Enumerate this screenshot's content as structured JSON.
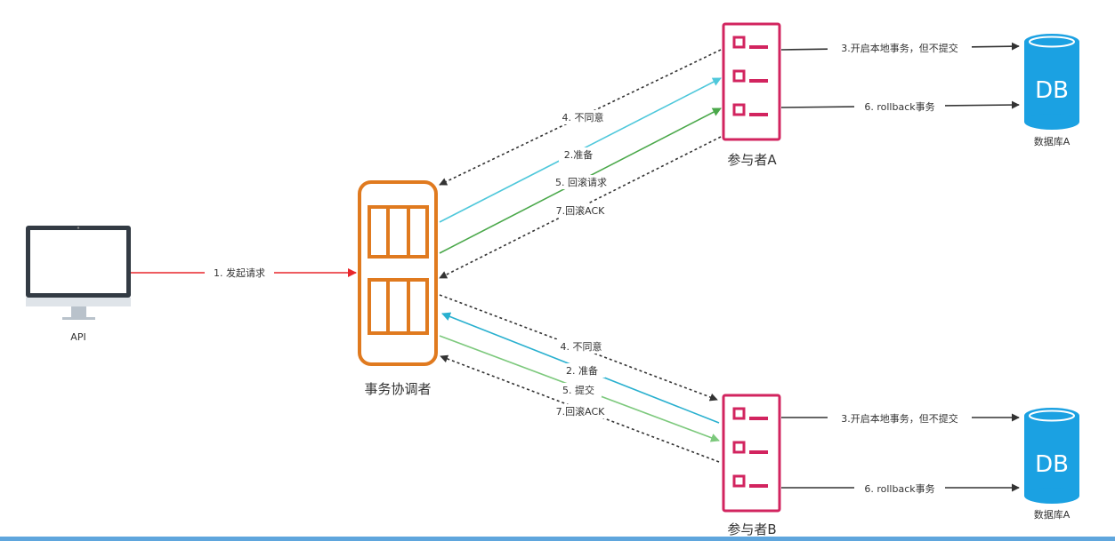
{
  "nodes": {
    "api": {
      "label": "API"
    },
    "coordinator": {
      "label": "事务协调者"
    },
    "participant_a": {
      "label": "参与者A"
    },
    "participant_b": {
      "label": "参与者B"
    },
    "db_a": {
      "icon_text": "DB",
      "label": "数据库A"
    },
    "db_b": {
      "icon_text": "DB",
      "label": "数据库A"
    }
  },
  "edges": {
    "api_request": "1. 发起请求",
    "a_disagree": "4. 不同意",
    "a_prepare": "2.准备",
    "a_rollback_req": "5. 回滚请求",
    "a_rollback_ack": "7.回滚ACK",
    "a_open_tx": "3.开启本地事务，但不提交",
    "a_rollback_tx": "6. rollback事务",
    "b_disagree": "4. 不同意",
    "b_prepare": "2. 准备",
    "b_commit": "5. 提交",
    "b_rollback_ack": "7.回滚ACK",
    "b_open_tx": "3.开启本地事务，但不提交",
    "b_rollback_tx": "6. rollback事务"
  },
  "colors": {
    "request": "#e8262b",
    "prepare": "#4fc8db",
    "prepare_b": "#29b0cf",
    "rollback_request": "#4aa84a",
    "commit": "#7dc97d",
    "dotted": "#333333",
    "coordinator": "#e07a1f",
    "participant": "#d2245f",
    "db": "#1ba1e2",
    "monitor": "#333b44"
  }
}
